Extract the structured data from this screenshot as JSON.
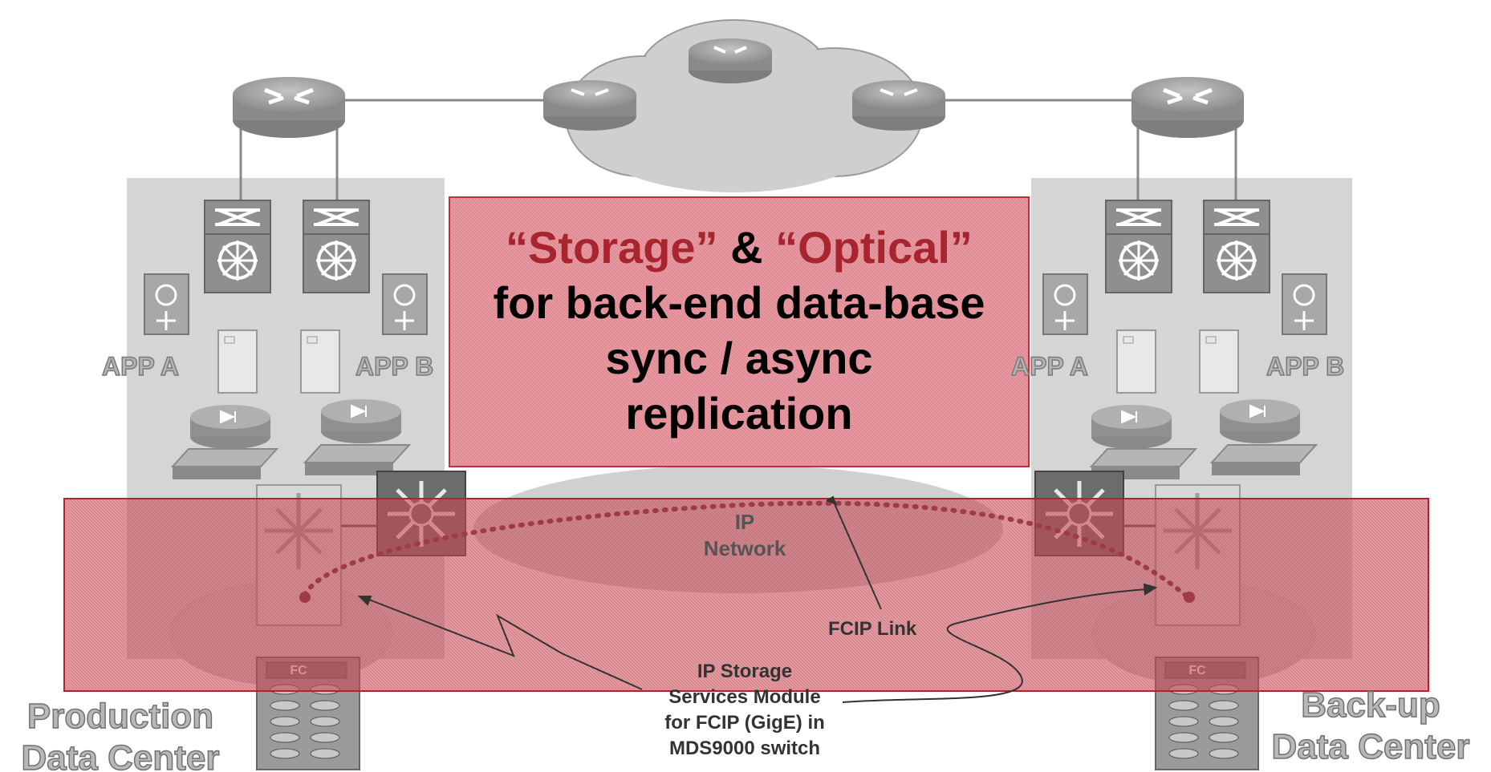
{
  "labels": {
    "app_a_left": "APP A",
    "app_b_left": "APP B",
    "app_a_right": "APP A",
    "app_b_right": "APP B",
    "ip_network_line1": "IP",
    "ip_network_line2": "Network",
    "fcip_link": "FCIP Link",
    "ism_line1": "IP Storage",
    "ism_line2": "Services Module",
    "ism_line3": "for FCIP (GigE) in",
    "ism_line4": "MDS9000 switch",
    "prod_line1": "Production",
    "prod_line2": "Data Center",
    "backup_line1": "Back-up",
    "backup_line2": "Data Center",
    "fc_left": "FC",
    "fc_right": "FC"
  },
  "callout": {
    "storage": "“Storage”",
    "amp": " & ",
    "optical": "“Optical”",
    "line2": "for back-end data-base",
    "line3": "sync / async",
    "line4": "replication"
  },
  "colors": {
    "callout_fill": "#e8a0a8",
    "callout_border": "#c0303c",
    "highlight_text": "#a8242e",
    "device_grey": "#9a9a9a",
    "panel_grey": "#d4d4d4"
  }
}
